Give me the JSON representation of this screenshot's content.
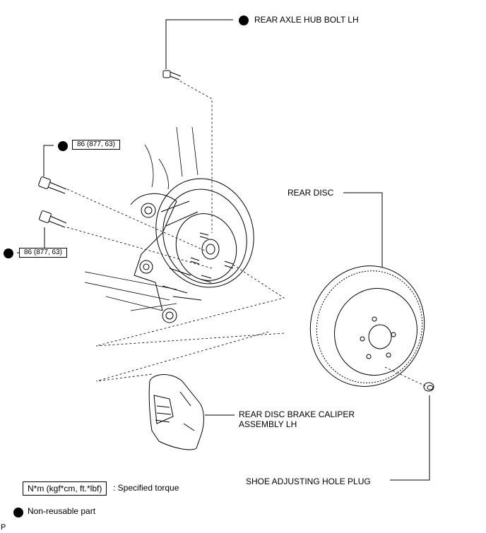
{
  "labels": {
    "hub_bolt": "REAR AXLE HUB BOLT LH",
    "rear_disc": "REAR DISC",
    "caliper_line1": "REAR DISC BRAKE CALIPER",
    "caliper_line2": "ASSEMBLY LH",
    "plug": "SHOE ADJUSTING HOLE PLUG"
  },
  "torques": {
    "upper_bolt": "86 (877, 63)",
    "lower_bolt": "86 (877, 63)"
  },
  "legend": {
    "torque_box": "N*m (kgf*cm, ft.*lbf)",
    "torque_desc": ": Specified torque",
    "nonreusable_desc": "Non-reusable part"
  },
  "corner_letter": "P",
  "icons": {
    "non_reusable": "filled-black-circle"
  }
}
